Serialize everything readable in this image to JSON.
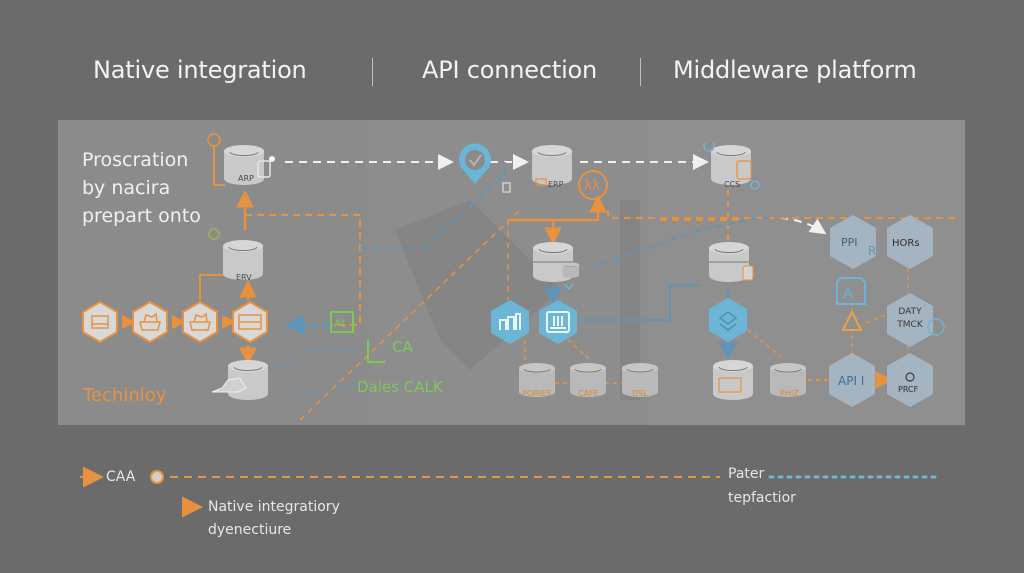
{
  "headers": [
    {
      "label": "Native integration"
    },
    {
      "label": "API connection"
    },
    {
      "label": "Middleware platform"
    }
  ],
  "panel": {
    "description_lines": [
      "Proscration",
      "by nacira",
      "prepart onto"
    ],
    "footer_label": "Techinloy",
    "native_section": {
      "databases": [
        {
          "label": "ARP"
        },
        {
          "label": "ERV"
        },
        {
          "label": ""
        }
      ],
      "pipeline_hexagons": [
        {
          "icon": "printer-icon"
        },
        {
          "icon": "cloud-box-icon"
        },
        {
          "icon": "cloud-box-icon"
        },
        {
          "icon": "server-rack-icon"
        }
      ],
      "connector_label_top": "CA",
      "connector_label_bottom": "Dales CALK"
    },
    "api_section": {
      "check_marker_icon": "check-pin-icon",
      "databases": [
        {
          "label": "ERP"
        },
        {
          "label": ""
        }
      ],
      "lambda_icon": "lambda-icon",
      "hexagons": [
        {
          "icon": "bar-chart-icon"
        },
        {
          "icon": "control-panel-icon"
        }
      ],
      "bottom_databases": [
        {
          "label": "PORIES"
        },
        {
          "label": "CAFE"
        },
        {
          "label": "DSL"
        }
      ]
    },
    "middleware_section": {
      "databases": [
        {
          "label": "CCS"
        },
        {
          "label": ""
        },
        {
          "label": ""
        },
        {
          "label": "PHIZ"
        }
      ],
      "hub_nodes": [
        {
          "label": "PPI"
        },
        {
          "label": "HORs"
        },
        {
          "label": "DATY TMCK"
        },
        {
          "label": "API I"
        },
        {
          "label": "PRCF"
        }
      ],
      "side_label": "R"
    }
  },
  "legend": {
    "line1_label": "CAA",
    "line2_label": "Native integratiory",
    "line3_label": "dyenectiure",
    "line4_label": "Pater",
    "line5_label": "tepfactior"
  },
  "colors": {
    "background": "#6b6b6b",
    "panel": "#8b8b8b",
    "accent_orange": "#e8923f",
    "accent_blue": "#6bb6d6",
    "accent_green": "#7cc95a",
    "text": "#f2f2f2"
  }
}
